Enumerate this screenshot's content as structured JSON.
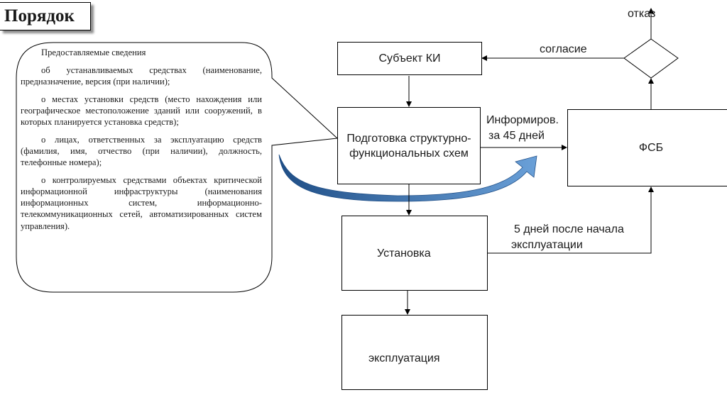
{
  "title": "Порядок",
  "callout": {
    "heading": "Предоставляемые сведения",
    "items": [
      "об устанавливаемых средствах (наименование, предназначение, версия (при наличии);",
      "о местах установки средств (место нахождения или географическое местоположение зданий или сооружений, в которых планируется установка средств);",
      "о лицах, ответственных за эксплуатацию средств (фамилия, имя, отчество (при наличии), должность, телефонные номера);",
      "о контролируемых средствами объектах критической информационной инфраструктуры (наименования информационных систем, информационно-телекоммуникационных сетей, автоматизированных систем управления)."
    ]
  },
  "nodes": {
    "subject": "Субъект КИ",
    "prep": "Подготовка структурно-функциональных схем",
    "fsb": "ФСБ",
    "install": "Установка",
    "exploit": "эксплуатация"
  },
  "labels": {
    "refusal": "отказ",
    "consent": "согласие",
    "inform_line1": "Информиров.",
    "inform_line2": "за 45 дней",
    "days5_line1": "5 дней после начала",
    "days5_line2": "эксплуатации"
  },
  "colors": {
    "arc_dark": "#1f4e86",
    "arc_light": "#6aa0d8"
  }
}
